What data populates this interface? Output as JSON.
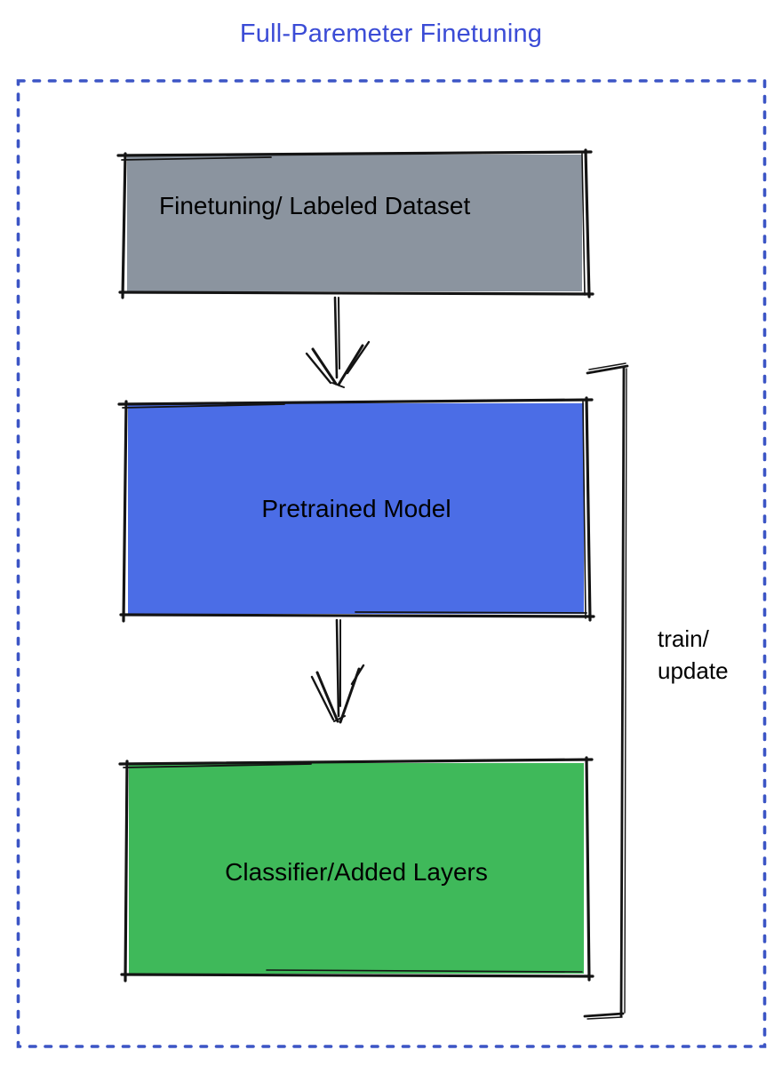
{
  "title": "Full-Paremeter Finetuning",
  "boxes": [
    {
      "id": "dataset",
      "label": "Finetuning/ Labeled Dataset",
      "fill": "#8b949f"
    },
    {
      "id": "pretrained",
      "label": "Pretrained Model",
      "fill": "#4b6de6"
    },
    {
      "id": "classifier",
      "label": "Classifier/Added Layers",
      "fill": "#3fb95a"
    }
  ],
  "edges": [
    {
      "from": "dataset",
      "to": "pretrained",
      "style": "down-arrow"
    },
    {
      "from": "pretrained",
      "to": "classifier",
      "style": "down-arrow"
    }
  ],
  "bracket": {
    "label": "train/\nupdate"
  },
  "colors": {
    "title_text": "#3b4cd6",
    "dotted_border": "#3c55c5",
    "box_outline": "#141414",
    "label_text": "#000000"
  }
}
